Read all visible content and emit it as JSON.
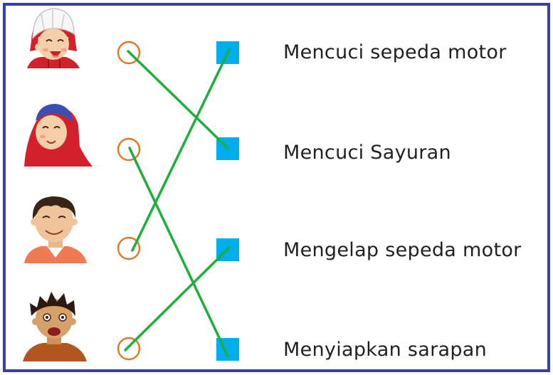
{
  "exercise": {
    "people": [
      {
        "icon": "girl-in-white-and-red-headscarf-icon"
      },
      {
        "icon": "woman-in-blue-and-red-hijab-icon"
      },
      {
        "icon": "smiling-man-icon"
      },
      {
        "icon": "shouting-boy-icon"
      }
    ],
    "activities": [
      {
        "label": "Mencuci sepeda motor"
      },
      {
        "label": "Mencuci Sayuran"
      },
      {
        "label": "Mengelap sepeda motor"
      },
      {
        "label": "Menyiapkan sarapan"
      }
    ],
    "matches": [
      {
        "person": 0,
        "activity": 1
      },
      {
        "person": 1,
        "activity": 3
      },
      {
        "person": 2,
        "activity": 0
      },
      {
        "person": 3,
        "activity": 2
      }
    ],
    "colors": {
      "frame": "#3a3fb0",
      "circle": "#e07a2a",
      "square": "#00adef",
      "line": "#1fae3c",
      "text": "#231f20"
    }
  }
}
